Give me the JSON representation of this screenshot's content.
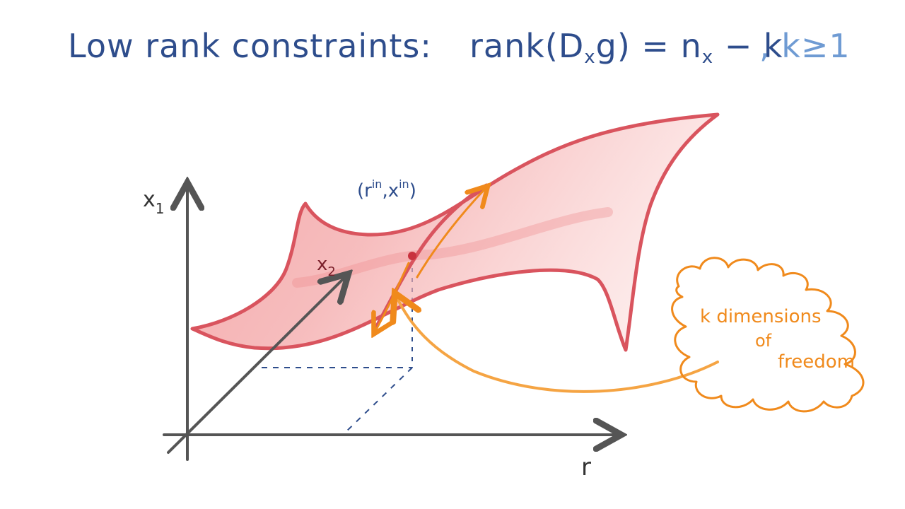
{
  "title": {
    "label": "Low rank constraints:",
    "formula_prefix": "rank(D",
    "formula_sub": "x",
    "formula_mid": "g) = n",
    "formula_sub2": "x",
    "formula_suffix": " − k",
    "condition": ", k≥1"
  },
  "axes": {
    "vertical_label": "x",
    "vertical_sub": "1",
    "depth_label": "x",
    "depth_sub": "2",
    "horizontal_label": "r"
  },
  "point": {
    "label_open": "(r",
    "label_sup1": "in",
    "label_mid": ",x",
    "label_sup2": "in",
    "label_close": ")"
  },
  "cloud": {
    "line1": "k  dimensions",
    "line2": "of",
    "line3": "freedom"
  },
  "colors": {
    "title": "#2e4d8c",
    "condition": "#6f9bd3",
    "surface_fill": "#f29a9a",
    "surface_edge": "#d9545e",
    "axes": "#555555",
    "dashes": "#2e4d8c",
    "arrows": "#f08a1c",
    "cloud": "#f08a1c"
  }
}
